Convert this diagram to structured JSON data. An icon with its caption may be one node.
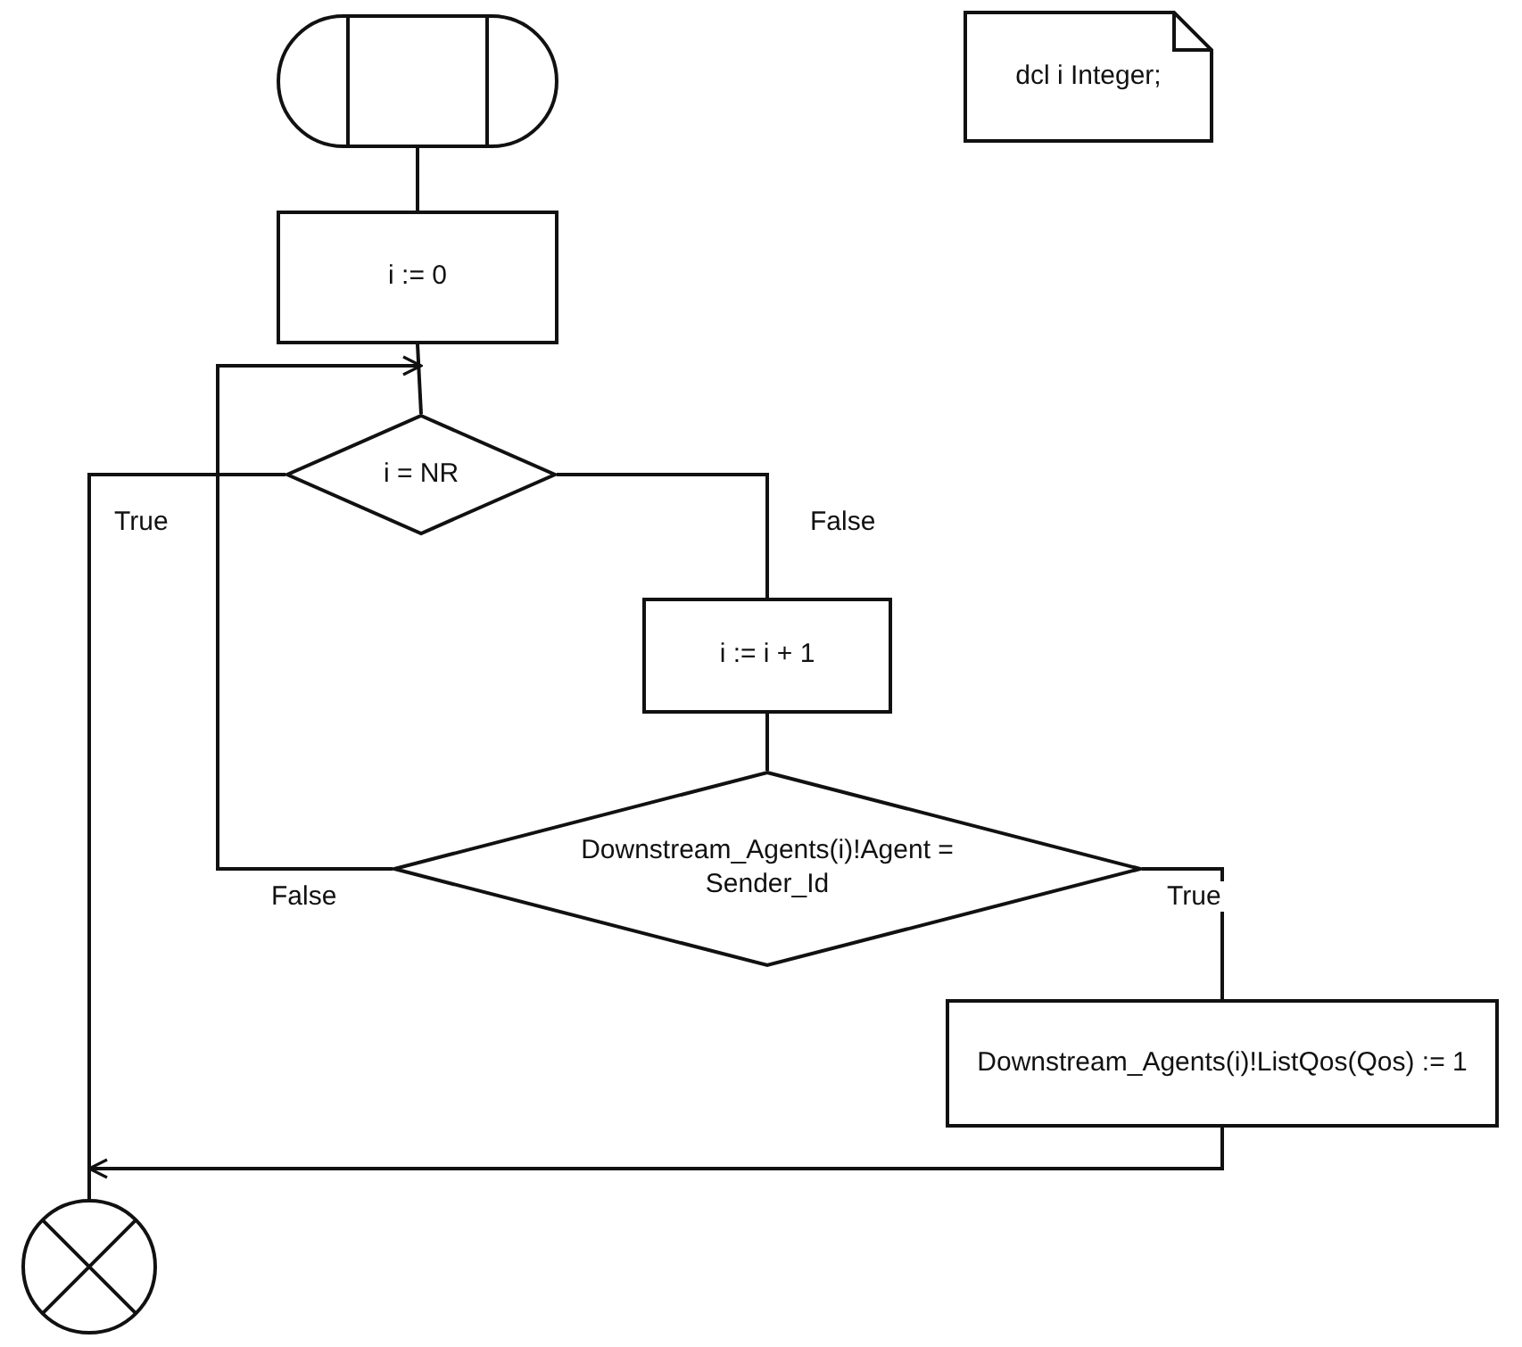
{
  "diagram": {
    "nodes": [
      {
        "text": [],
        "shape": "box"
      },
      {
        "text": [
          "i := 0"
        ]
      },
      {
        "text": [
          "i = NR"
        ]
      },
      {
        "text": [
          "i := i + 1"
        ]
      },
      {
        "text": [
          "Downstream_Agents(i)!Agent = Sender_Id"
        ]
      },
      {
        "text": [
          "Downstream_Agents(i)!ListQos(Qos) := 1"
        ]
      },
      {
        "text": [],
        "shape": "circle"
      },
      {
        "text": [
          "dcl i Integer;"
        ]
      }
    ],
    "edges": [
      {
        "from": 0,
        "to": 1,
        "arrow": "none"
      },
      {
        "from": 1,
        "to": 2,
        "arrow": "none"
      },
      {
        "from": 2,
        "to": 6,
        "arrow": "none",
        "label": "True"
      },
      {
        "from": 2,
        "to": 3,
        "arrow": "none",
        "label": "False"
      },
      {
        "from": 3,
        "to": 4,
        "arrow": "none"
      },
      {
        "from": 4,
        "to": 2,
        "arrow": "to",
        "label": "False"
      },
      {
        "from": 4,
        "to": 5,
        "arrow": "none",
        "label": "True"
      },
      {
        "from": 5,
        "to": 6,
        "arrow": "to"
      }
    ]
  }
}
